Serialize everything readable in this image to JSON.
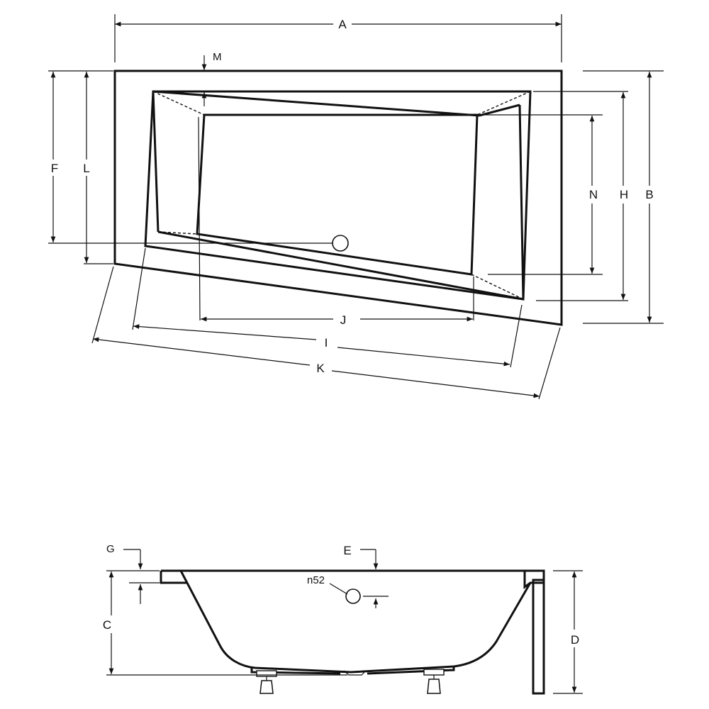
{
  "top_view": {
    "labels": {
      "A": "A",
      "B": "B",
      "F": "F",
      "L": "L",
      "M": "M",
      "N": "N",
      "H": "H",
      "J": "J",
      "I": "I",
      "K": "K"
    }
  },
  "side_view": {
    "labels": {
      "G": "G",
      "E": "E",
      "C": "C",
      "D": "D",
      "overflow": "n52"
    }
  },
  "colors": {
    "line": "#111111",
    "background": "#ffffff"
  }
}
